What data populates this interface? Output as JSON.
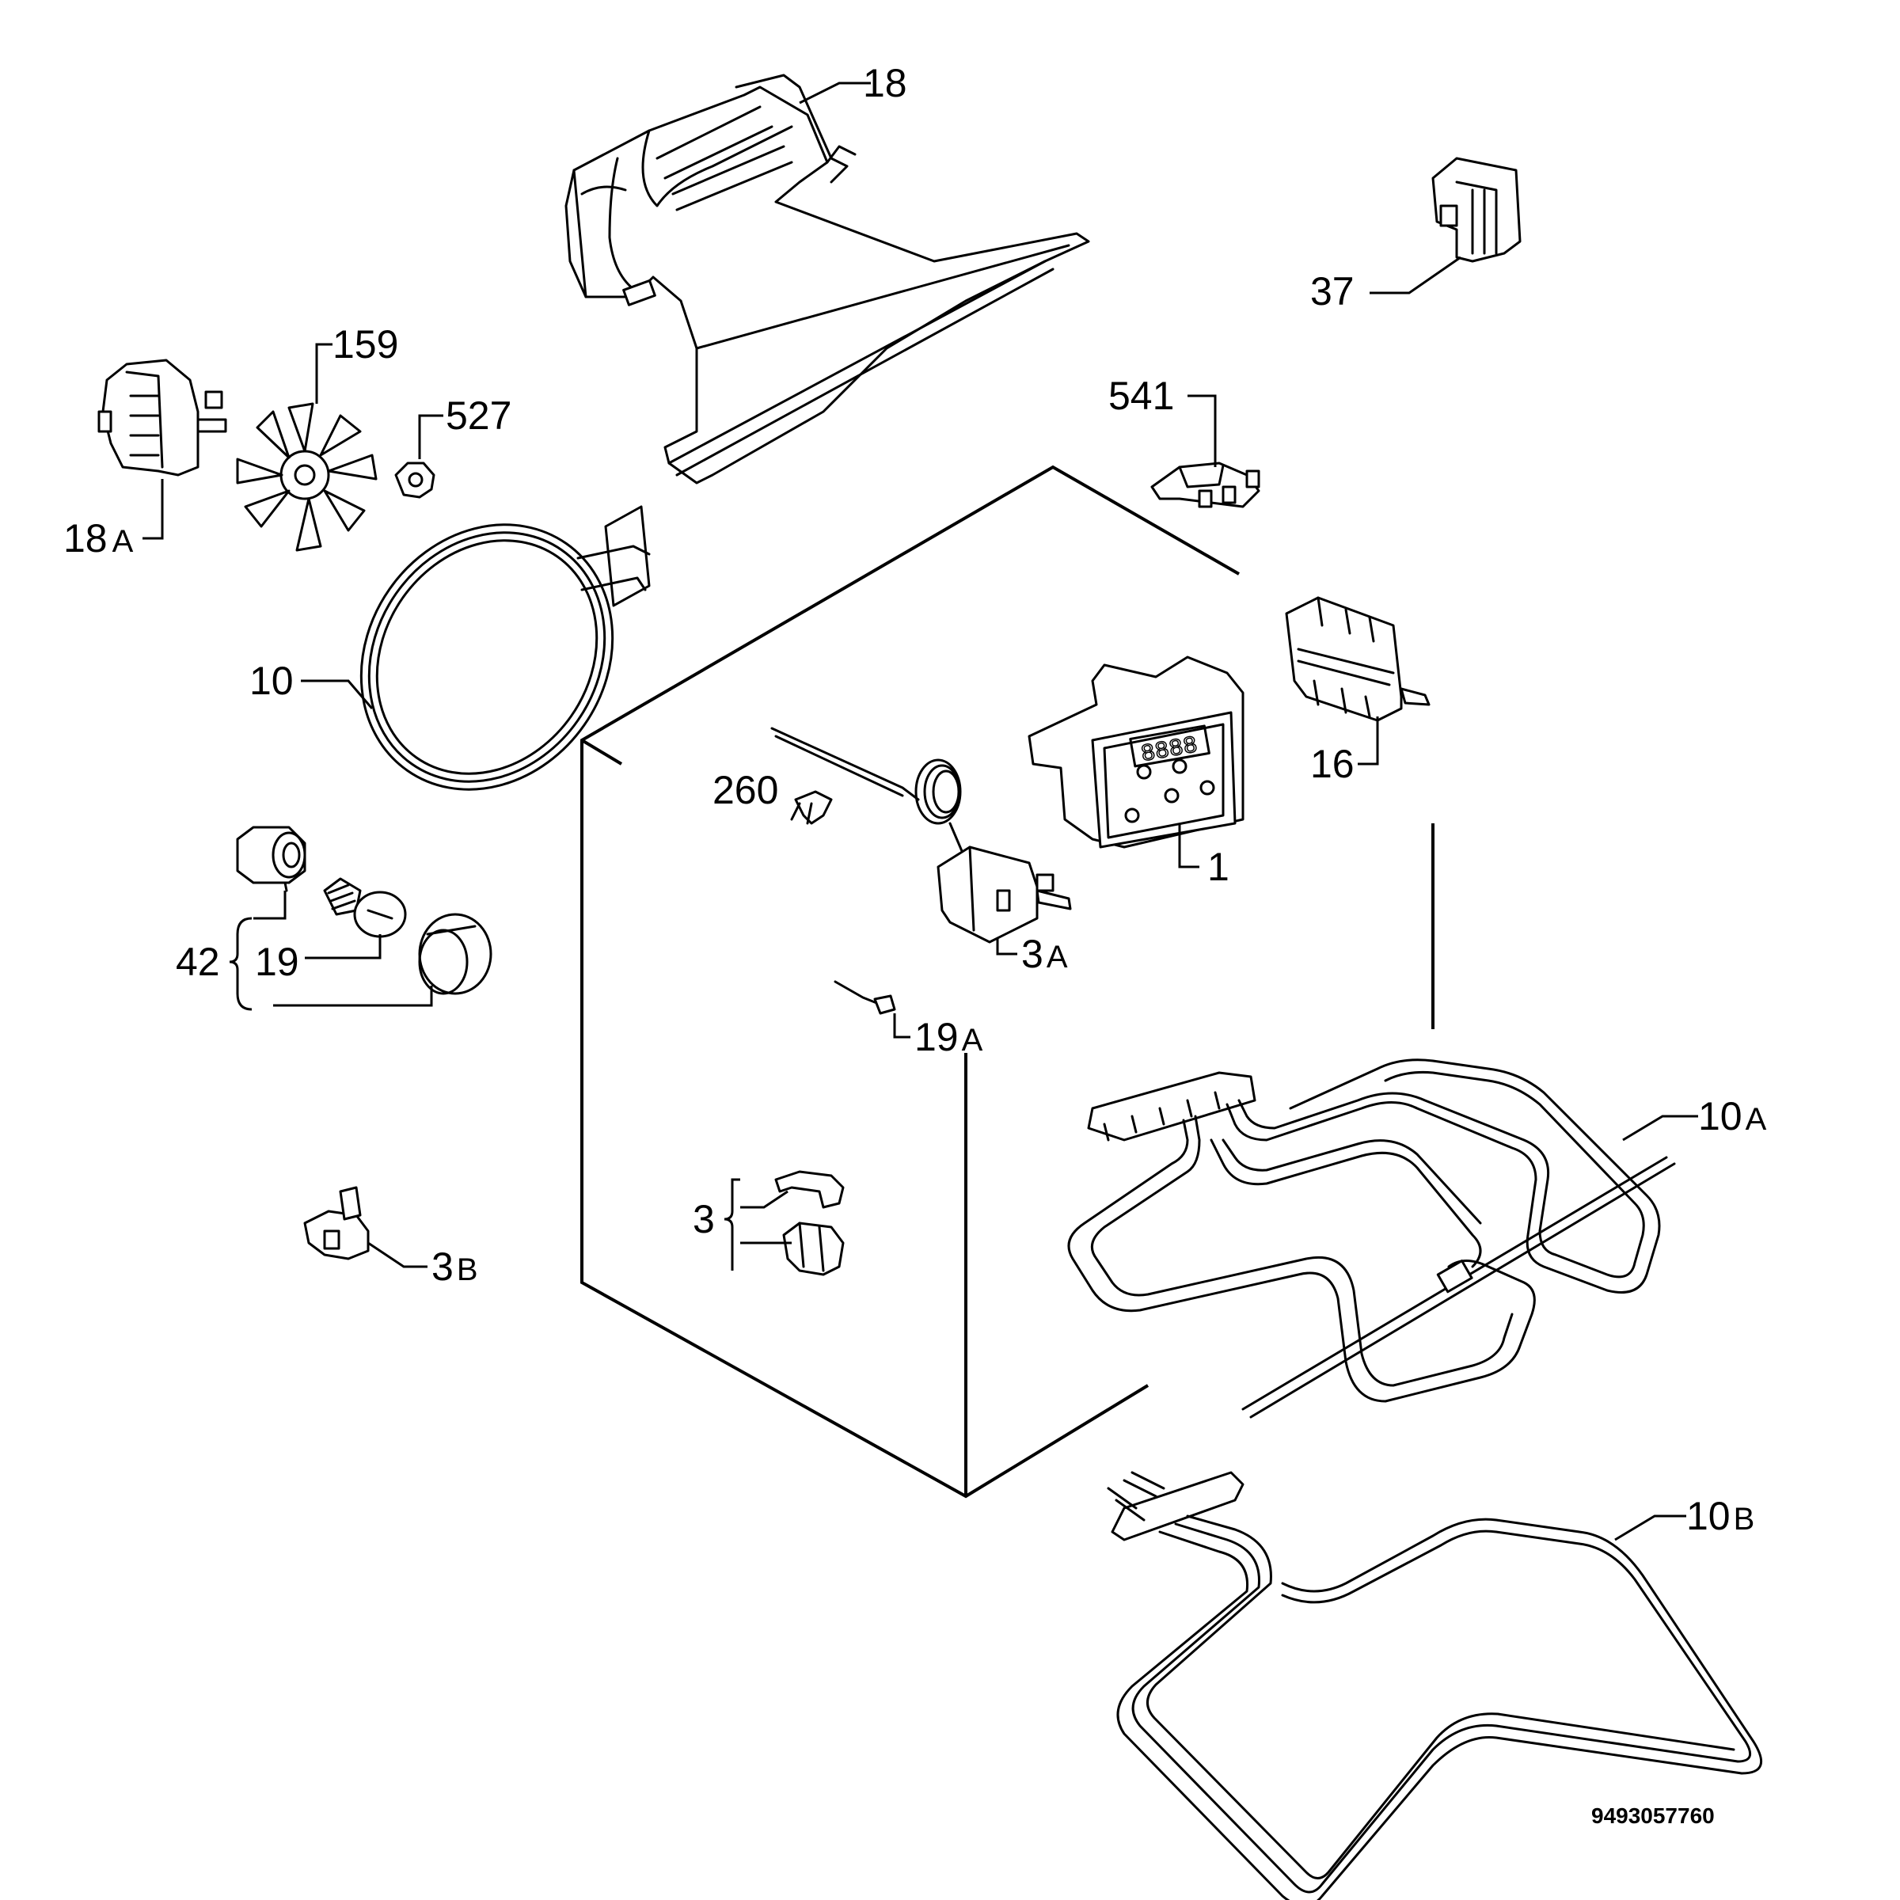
{
  "labels": {
    "p18": {
      "main": "18",
      "sub": ""
    },
    "p37": {
      "main": "37",
      "sub": ""
    },
    "p159": {
      "main": "159",
      "sub": ""
    },
    "p527": {
      "main": "527",
      "sub": ""
    },
    "p541": {
      "main": "541",
      "sub": ""
    },
    "p18a": {
      "main": "18",
      "sub": "A"
    },
    "p10": {
      "main": "10",
      "sub": ""
    },
    "p16": {
      "main": "16",
      "sub": ""
    },
    "p260": {
      "main": "260",
      "sub": ""
    },
    "p1": {
      "main": "1",
      "sub": ""
    },
    "p3a": {
      "main": "3",
      "sub": "A"
    },
    "p42": {
      "main": "42",
      "sub": ""
    },
    "p19": {
      "main": "19",
      "sub": ""
    },
    "p19a": {
      "main": "19",
      "sub": "A"
    },
    "p10a": {
      "main": "10",
      "sub": "A"
    },
    "p3": {
      "main": "3",
      "sub": ""
    },
    "p3b": {
      "main": "3",
      "sub": "B"
    },
    "p10b": {
      "main": "10",
      "sub": "B"
    }
  },
  "drawing_code": "9493057760"
}
